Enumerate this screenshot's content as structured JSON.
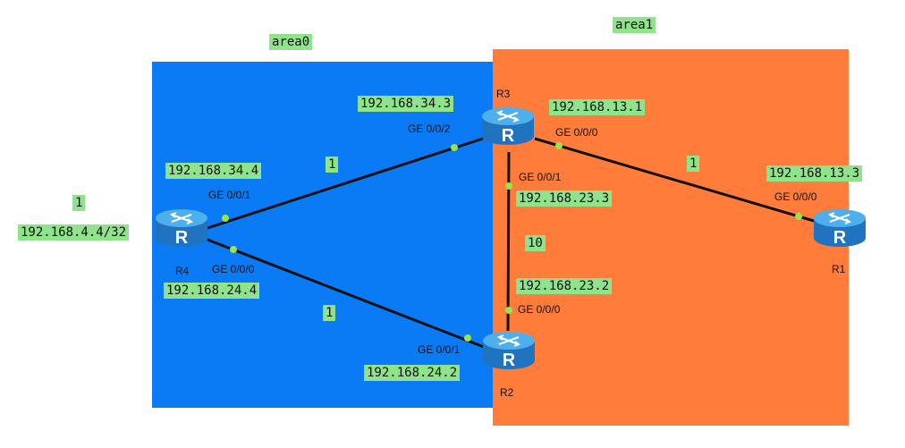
{
  "areas": {
    "area0": {
      "label": "area0",
      "color": "#0a7af5"
    },
    "area1": {
      "label": "area1",
      "color": "#ff7c3a"
    }
  },
  "routers": {
    "R1": {
      "name": "R1",
      "glyph": "R"
    },
    "R2": {
      "name": "R2",
      "glyph": "R"
    },
    "R3": {
      "name": "R3",
      "glyph": "R"
    },
    "R4": {
      "name": "R4",
      "glyph": "R"
    }
  },
  "links": {
    "r4_r3": {
      "cost": "1"
    },
    "r4_r2": {
      "cost": "1"
    },
    "r3_r1": {
      "cost": "1"
    },
    "r3_r2": {
      "cost": "10"
    }
  },
  "interfaces": {
    "r4_ge001": {
      "port": "GE 0/0/1",
      "ip": "192.168.34.4"
    },
    "r4_ge000": {
      "port": "GE 0/0/0",
      "ip": "192.168.24.4"
    },
    "r3_ge002": {
      "port": "GE 0/0/2",
      "ip": "192.168.34.3"
    },
    "r3_ge000": {
      "port": "GE 0/0/0",
      "ip": "192.168.13.1"
    },
    "r3_ge001": {
      "port": "GE 0/0/1",
      "ip": "192.168.23.3"
    },
    "r2_ge000": {
      "port": "GE 0/0/0",
      "ip": "192.168.23.2"
    },
    "r2_ge001": {
      "port": "GE 0/0/1",
      "ip": "192.168.24.2"
    },
    "r1_ge000": {
      "port": "GE 0/0/0",
      "ip": "192.168.13.3"
    }
  },
  "loopback": {
    "cost": "1",
    "prefix": "192.168.4.4/32"
  },
  "colors": {
    "label_bg": "#8fe38a",
    "link": "#111111",
    "port_dot": "#9be34a",
    "router": "#2f8fd8"
  }
}
